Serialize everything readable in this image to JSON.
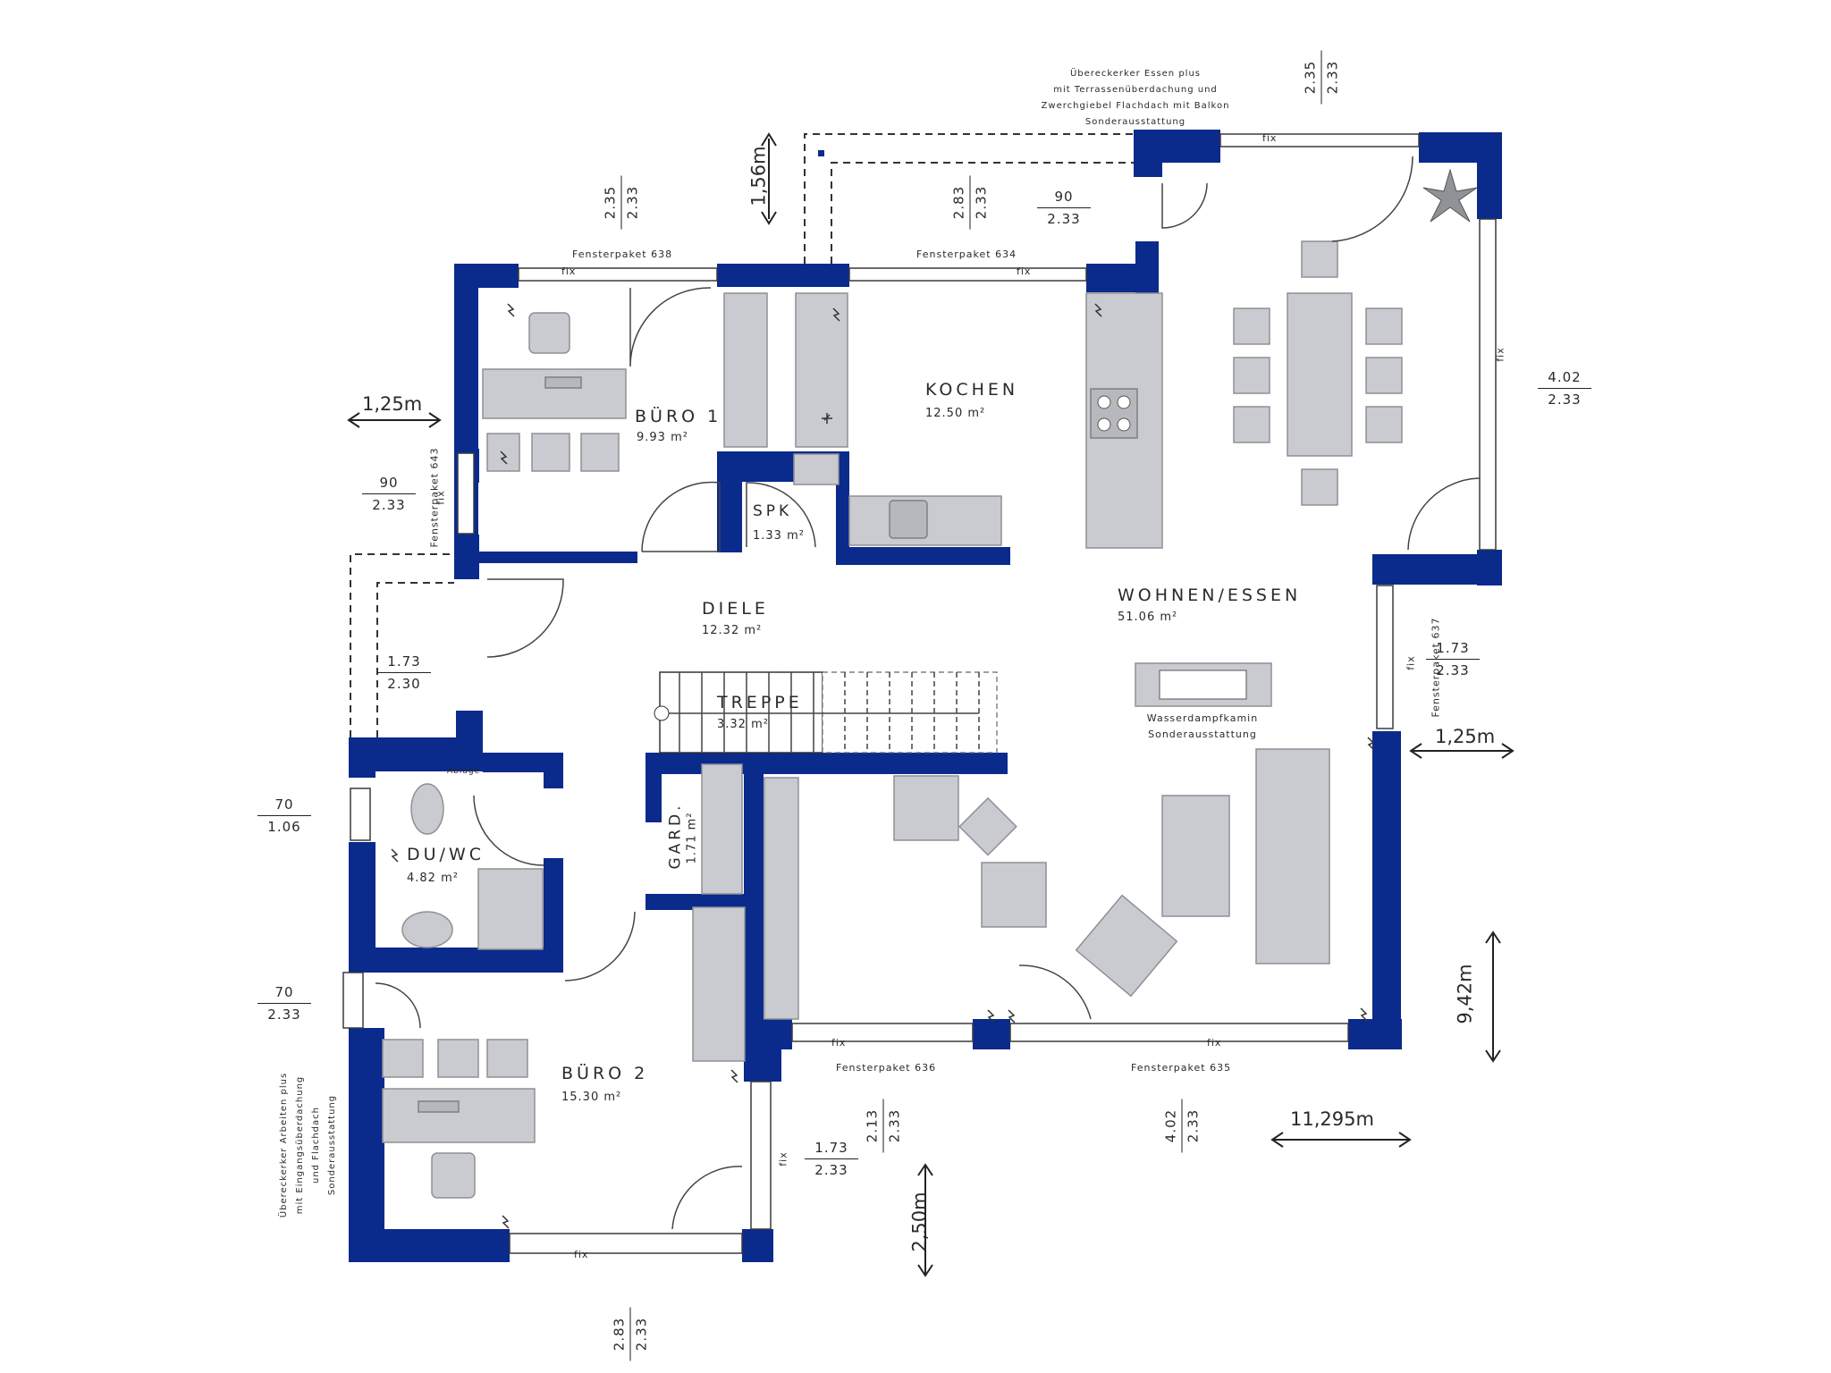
{
  "rooms": {
    "buero1": {
      "name": "BÜRO 1",
      "area": "9.93 m²"
    },
    "kochen": {
      "name": "KOCHEN",
      "area": "12.50 m²"
    },
    "wohnen": {
      "name": "WOHNEN/ESSEN",
      "area": "51.06 m²"
    },
    "spk": {
      "name": "SPK",
      "area": "1.33 m²"
    },
    "diele": {
      "name": "DIELE",
      "area": "12.32 m²"
    },
    "treppe": {
      "name": "TREPPE",
      "area": "3.32 m²"
    },
    "garderobe": {
      "name": "GARD.",
      "area": "1.71 m²"
    },
    "duwc": {
      "name": "DU/WC",
      "area": "4.82 m²"
    },
    "buero2": {
      "name": "BÜRO 2",
      "area": "15.30 m²"
    }
  },
  "windows": {
    "fp638": "Fensterpaket 638",
    "fp634": "Fensterpaket 634",
    "fp643": "Fensterpaket 643",
    "fp637": "Fensterpaket 637",
    "fp636": "Fensterpaket 636",
    "fp635": "Fensterpaket 635",
    "fix": "fix",
    "ablage": "Ablage"
  },
  "notes": {
    "erker_essen": [
      "Übereckerker Essen plus",
      "mit Terrassenüberdachung und",
      "Zwerchgiebel Flachdach mit Balkon",
      "Sonderausstattung"
    ],
    "erker_arbeiten": [
      "Übereckerker Arbeiten plus",
      "mit Eingangsüberdachung",
      "und Flachdach",
      "Sonderausstattung"
    ],
    "kamin": [
      "Wasserdampfkamin",
      "Sonderausstattung"
    ]
  },
  "dimensions": {
    "m156": "1,56m",
    "m125_left": "1,25m",
    "m125_right": "1,25m",
    "m942": "9,42m",
    "m250": "2,50m",
    "m11295": "11,295m"
  },
  "fractions": {
    "f_top_right": [
      "2.35",
      "2.33"
    ],
    "f_buero1_top": [
      "2.35",
      "2.33"
    ],
    "f_kochen_top": [
      "2.83",
      "2.33"
    ],
    "f_90_top": [
      "90",
      "2.33"
    ],
    "f_right_402": [
      "4.02",
      "2.33"
    ],
    "f_left_90": [
      "90",
      "2.33"
    ],
    "f_left_173": [
      "1.73",
      "2.30"
    ],
    "f_right_173": [
      "1.73",
      "2.33"
    ],
    "f_left_70a": [
      "70",
      "1.06"
    ],
    "f_left_70b": [
      "70",
      "2.33"
    ],
    "f_bottom_213": [
      "2.13",
      "2.33"
    ],
    "f_bottom_173": [
      "1.73",
      "2.33"
    ],
    "f_bottom_402": [
      "4.02",
      "2.33"
    ],
    "f_bottom_283": [
      "2.83",
      "2.33"
    ]
  },
  "colors": {
    "wall": "#0a2a8c",
    "furniture": "#c9cbd0"
  }
}
